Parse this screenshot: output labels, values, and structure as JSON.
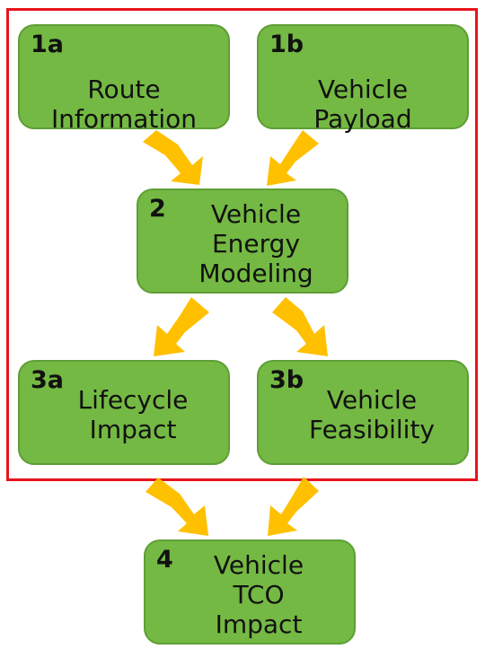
{
  "diagram": {
    "frame_color": "#e8141b",
    "box_color": "#74b943",
    "arrow_color": "#ffc000",
    "nodes": [
      {
        "id": "1a",
        "number": "1a",
        "label": "Route\nInformation"
      },
      {
        "id": "1b",
        "number": "1b",
        "label": "Vehicle\nPayload"
      },
      {
        "id": "2",
        "number": "2",
        "label": "Vehicle\nEnergy\nModeling"
      },
      {
        "id": "3a",
        "number": "3a",
        "label": "Lifecycle\nImpact"
      },
      {
        "id": "3b",
        "number": "3b",
        "label": "Vehicle\nFeasibility"
      },
      {
        "id": "4",
        "number": "4",
        "label": "Vehicle\nTCO\nImpact"
      }
    ],
    "edges": [
      {
        "from": "1a",
        "to": "2"
      },
      {
        "from": "1b",
        "to": "2"
      },
      {
        "from": "2",
        "to": "3a"
      },
      {
        "from": "2",
        "to": "3b"
      },
      {
        "from": "3a",
        "to": "4"
      },
      {
        "from": "3b",
        "to": "4"
      }
    ]
  }
}
